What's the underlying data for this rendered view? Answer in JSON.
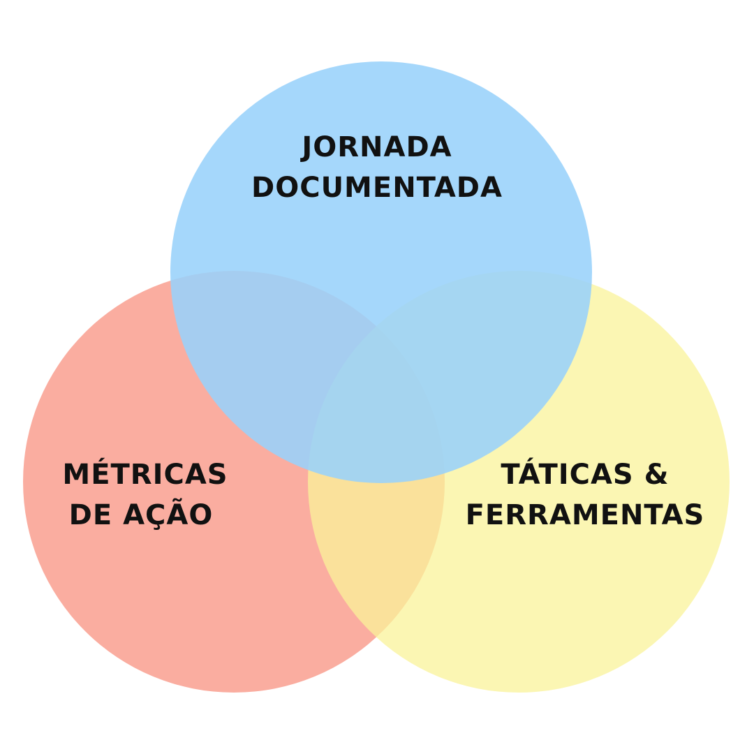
{
  "circles": [
    {
      "id": "metricas",
      "lines": [
        "MÉTRICAS",
        "DE AÇÃO"
      ],
      "color": "#FAADA0"
    },
    {
      "id": "taticas",
      "lines": [
        "TÁTICAS &",
        "FERRAMENTAS"
      ],
      "color": "#FAF39A"
    },
    {
      "id": "jornada",
      "lines": [
        "JORNADA",
        "DOCUMENTADA"
      ],
      "color": "#99D2FA"
    }
  ]
}
